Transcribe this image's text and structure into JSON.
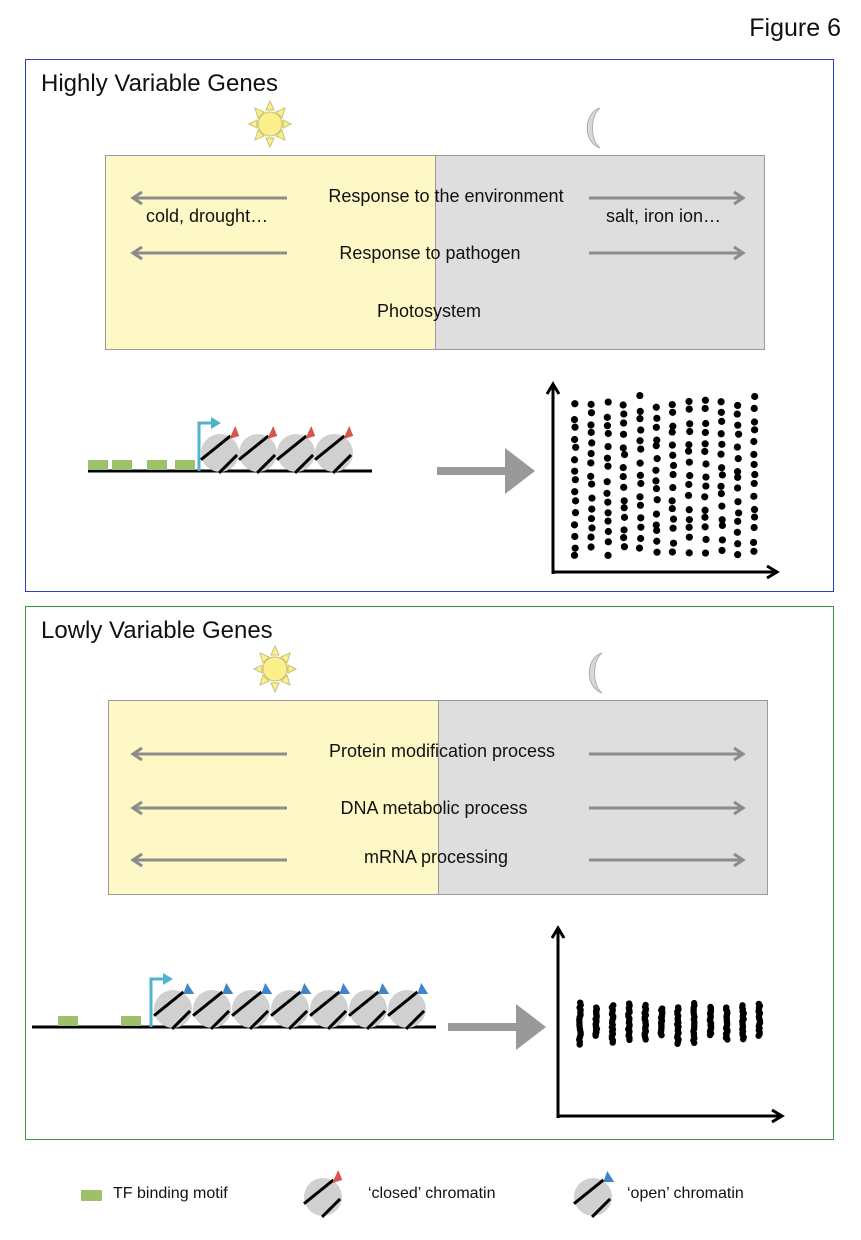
{
  "figure_label": "Figure 6",
  "colors": {
    "high_panel_border": "#2b3fbf",
    "low_panel_border": "#3a9a3a",
    "day_fill": "#fdf8c5",
    "night_fill": "#dedede",
    "arrow_gray": "#8c8c8c",
    "tf_motif": "#9dc06a",
    "tss_arrow": "#4fb3d0",
    "closed_mark": "#d9534f",
    "open_mark": "#3f86c8",
    "nucleosome": "#d0d0d0"
  },
  "panels": [
    {
      "id": "high",
      "title": "Highly Variable Genes",
      "icons": [
        "sun-icon",
        "moon-icon"
      ],
      "processes": [
        {
          "label": "Response to the environment",
          "day_example": "cold, drought…",
          "night_example": "salt, iron ion…"
        },
        {
          "label": "Response to pathogen"
        },
        {
          "label": "Photosystem"
        }
      ],
      "promoter": {
        "tf_motifs": 4,
        "nucleosomes": 4,
        "chromatin_state": "closed"
      },
      "expression_plot": "high-variability scatter"
    },
    {
      "id": "low",
      "title": "Lowly Variable Genes",
      "icons": [
        "sun-icon",
        "moon-icon"
      ],
      "processes": [
        {
          "label": "Protein modification process"
        },
        {
          "label": "DNA metabolic process"
        },
        {
          "label": "mRNA processing"
        }
      ],
      "promoter": {
        "tf_motifs": 2,
        "nucleosomes": 7,
        "chromatin_state": "open"
      },
      "expression_plot": "low-variability scatter"
    }
  ],
  "legend": [
    {
      "icon": "tf-binding-motif-icon",
      "label": "TF binding motif"
    },
    {
      "icon": "closed-chromatin-icon",
      "label": "‘closed’ chromatin"
    },
    {
      "icon": "open-chromatin-icon",
      "label": "‘open’ chromatin"
    }
  ],
  "chart_data": [
    {
      "type": "scatter",
      "title": "Highly variable gene expression (schematic)",
      "xlabel": "",
      "ylabel": "",
      "columns": 12,
      "spread": "high",
      "y_range_fraction": [
        0.08,
        0.92
      ]
    },
    {
      "type": "scatter",
      "title": "Lowly variable gene expression (schematic)",
      "xlabel": "",
      "ylabel": "",
      "columns": 12,
      "spread": "low",
      "y_range_fraction": [
        0.4,
        0.6
      ]
    }
  ]
}
